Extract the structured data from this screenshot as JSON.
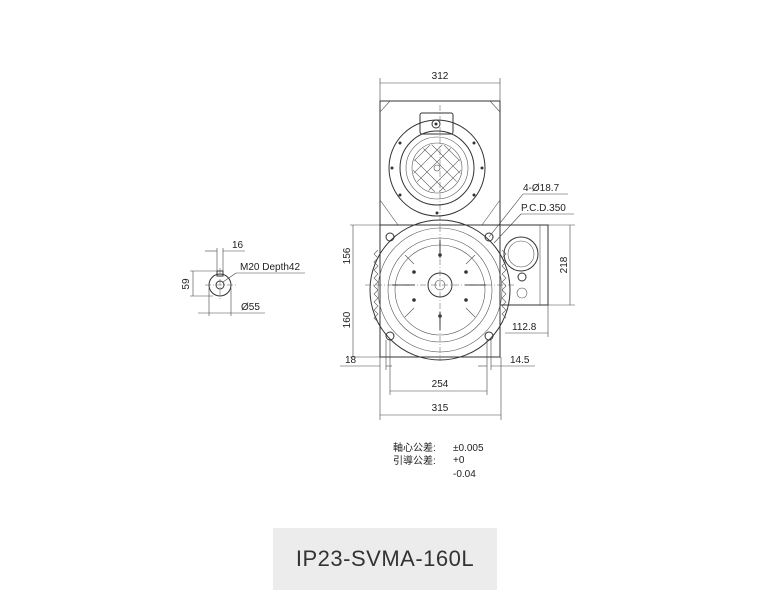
{
  "dimensions": {
    "top_width": "312",
    "bolt_holes": "4-Ø18.7",
    "pcd": "P.C.D.350",
    "upper_height": "156",
    "lower_height": "160",
    "box_height": "218",
    "box_offset": "112.8",
    "left_offset": "18",
    "right_offset": "14.5",
    "bolt_spacing": "254",
    "base_width": "315"
  },
  "shaft": {
    "key_width": "16",
    "tap": "M20 Depth42",
    "key_height": "59",
    "diameter": "Ø55"
  },
  "tolerance": {
    "axis_label": "軸心公差:",
    "axis_value": "±0.005",
    "spigot_label": "引導公差:",
    "spigot_upper": "+0",
    "spigot_lower": "-0.04"
  },
  "model": "IP23-SVMA-160L"
}
